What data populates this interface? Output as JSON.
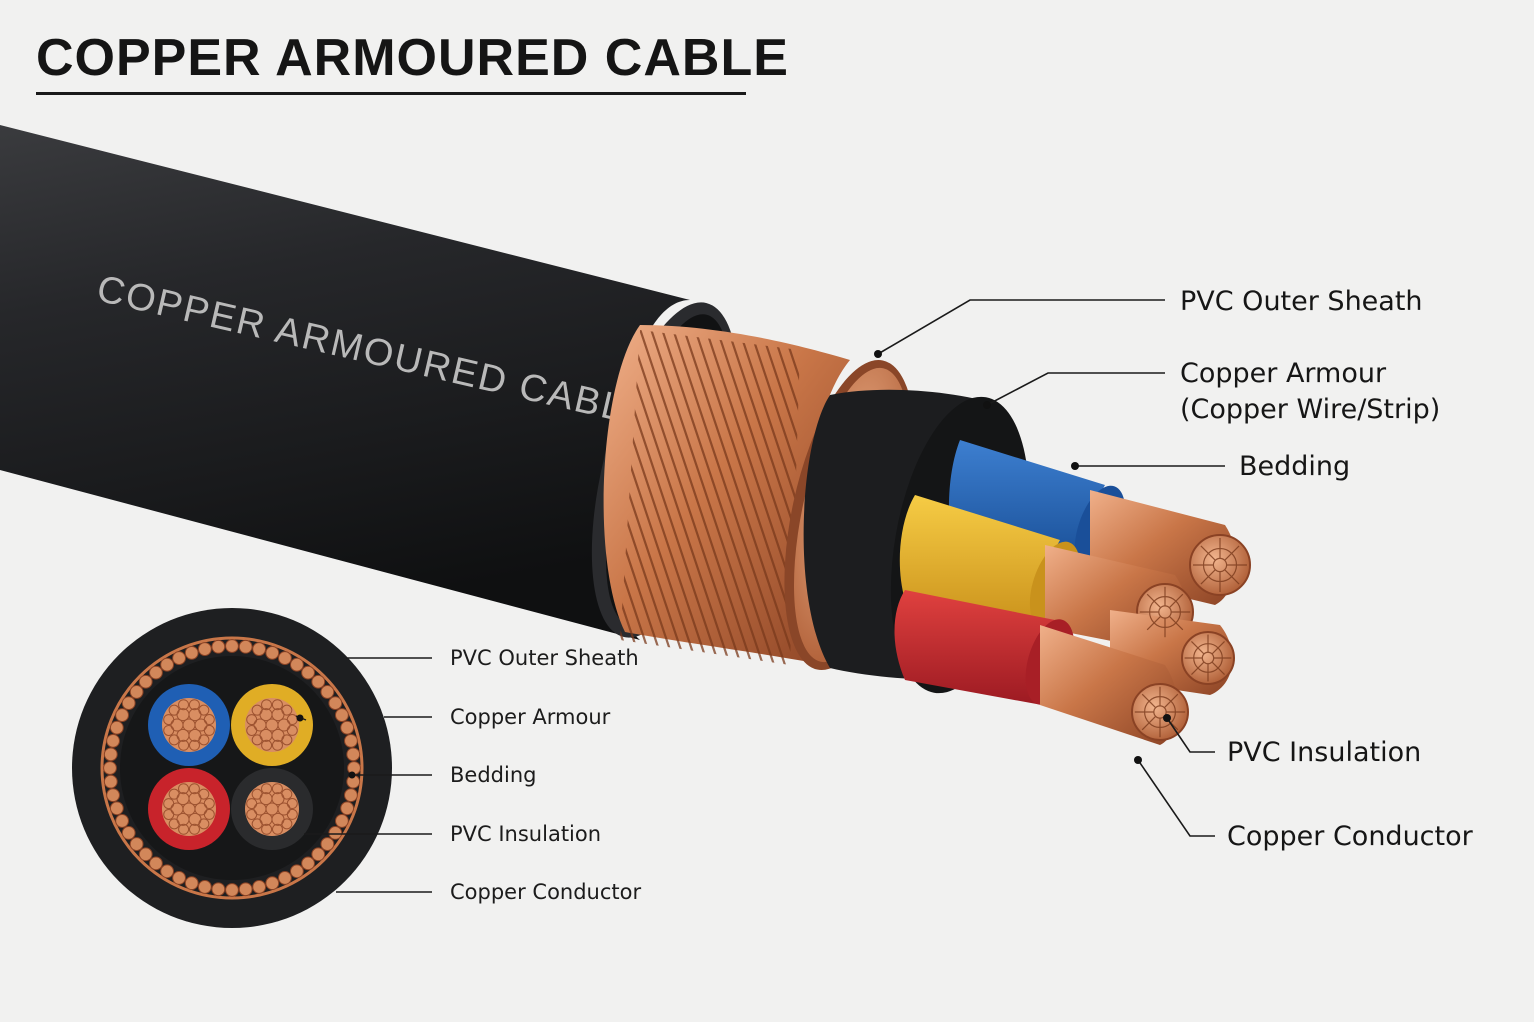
{
  "title": "COPPER ARMOURED CABLE",
  "jacket_print": "COPPER ARMOURED CABLE",
  "main_labels": {
    "outer_sheath": "PVC Outer Sheath",
    "armour_line1": "Copper Armour",
    "armour_line2": "(Copper Wire/Strip)",
    "bedding": "Bedding",
    "insulation": "PVC Insulation",
    "conductor": "Copper Conductor"
  },
  "cross_section_labels": {
    "outer_sheath": "PVC Outer Sheath",
    "armour": "Copper Armour",
    "bedding": "Bedding",
    "insulation": "PVC Insulation",
    "conductor": "Copper Conductor"
  },
  "colors": {
    "background": "#f1f1f0",
    "sheath": "#1d1e20",
    "copper": "#c8744a",
    "core_blue": "#1f5fb4",
    "core_yellow": "#e8b321",
    "core_red": "#c8232b",
    "core_black": "#1a1a1a"
  }
}
